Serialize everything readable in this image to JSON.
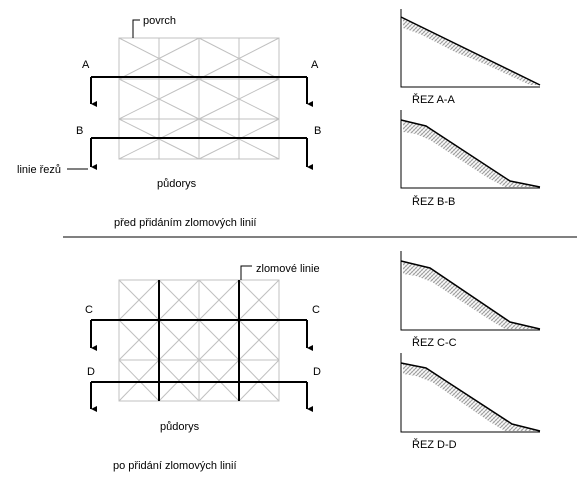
{
  "top": {
    "surface_label": "povrch",
    "cut_a_left": "A",
    "cut_a_right": "A",
    "cut_b_left": "B",
    "cut_b_right": "B",
    "cut_lines_label": "linie řezů",
    "plan_label": "půdorys",
    "caption": "před přidáním zlomových linií",
    "section_a_label": "ŘEZ A-A",
    "section_b_label": "ŘEZ B-B"
  },
  "bottom": {
    "breaklines_label": "zlomové linie",
    "cut_c_left": "C",
    "cut_c_right": "C",
    "cut_d_left": "D",
    "cut_d_right": "D",
    "plan_label": "půdorys",
    "caption": "po přidání zlomových linií",
    "section_c_label": "ŘEZ C-C",
    "section_d_label": "ŘEZ D-D"
  },
  "colors": {
    "mesh": "#c0c0c0",
    "lines": "#000000",
    "hatch": "#999999"
  }
}
